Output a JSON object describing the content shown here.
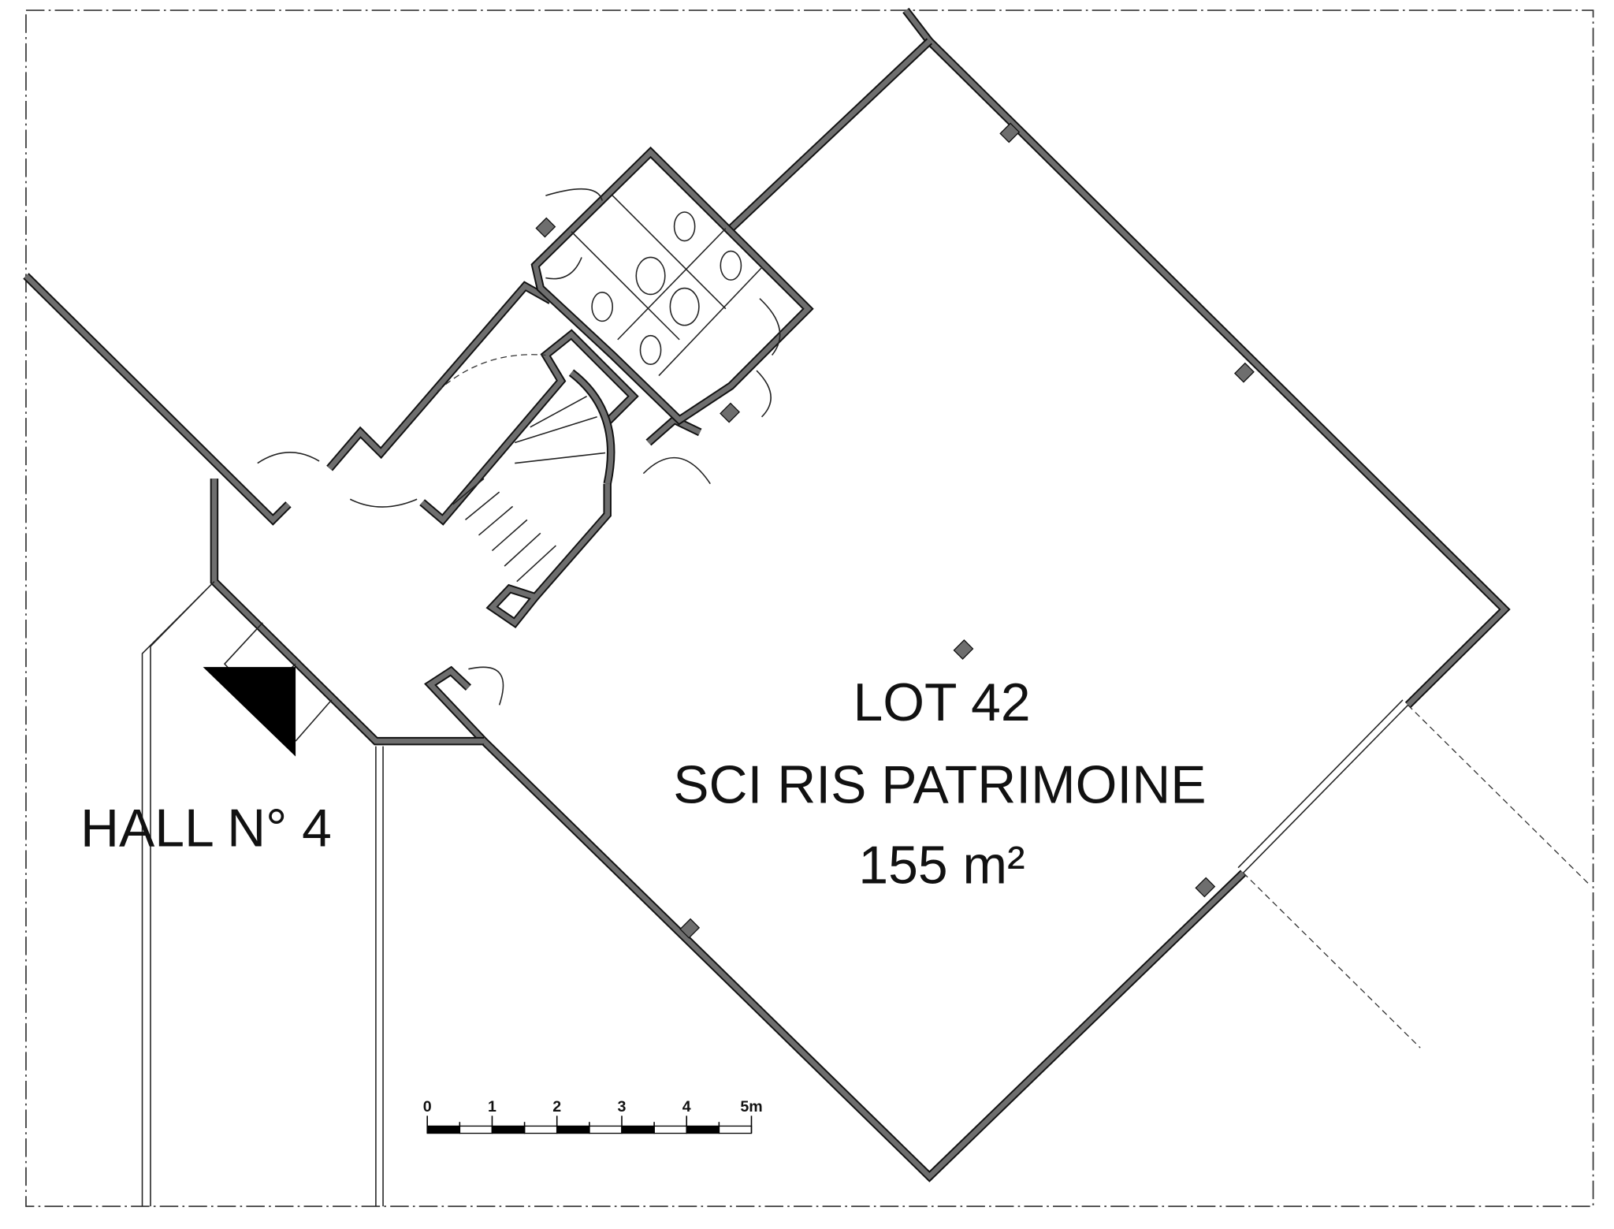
{
  "lot": {
    "number_label": "LOT 42",
    "owner": "SCI RIS PATRIMOINE",
    "area": "155 m²"
  },
  "hall": {
    "label": "HALL N° 4"
  },
  "scale_bar": {
    "ticks": [
      "0",
      "1",
      "2",
      "3",
      "4",
      "5m"
    ],
    "unit": "m",
    "length": 5
  },
  "colors": {
    "wall_fill": "#6e6e6e",
    "wall_outline": "#111111",
    "north_marker": "#000000"
  }
}
